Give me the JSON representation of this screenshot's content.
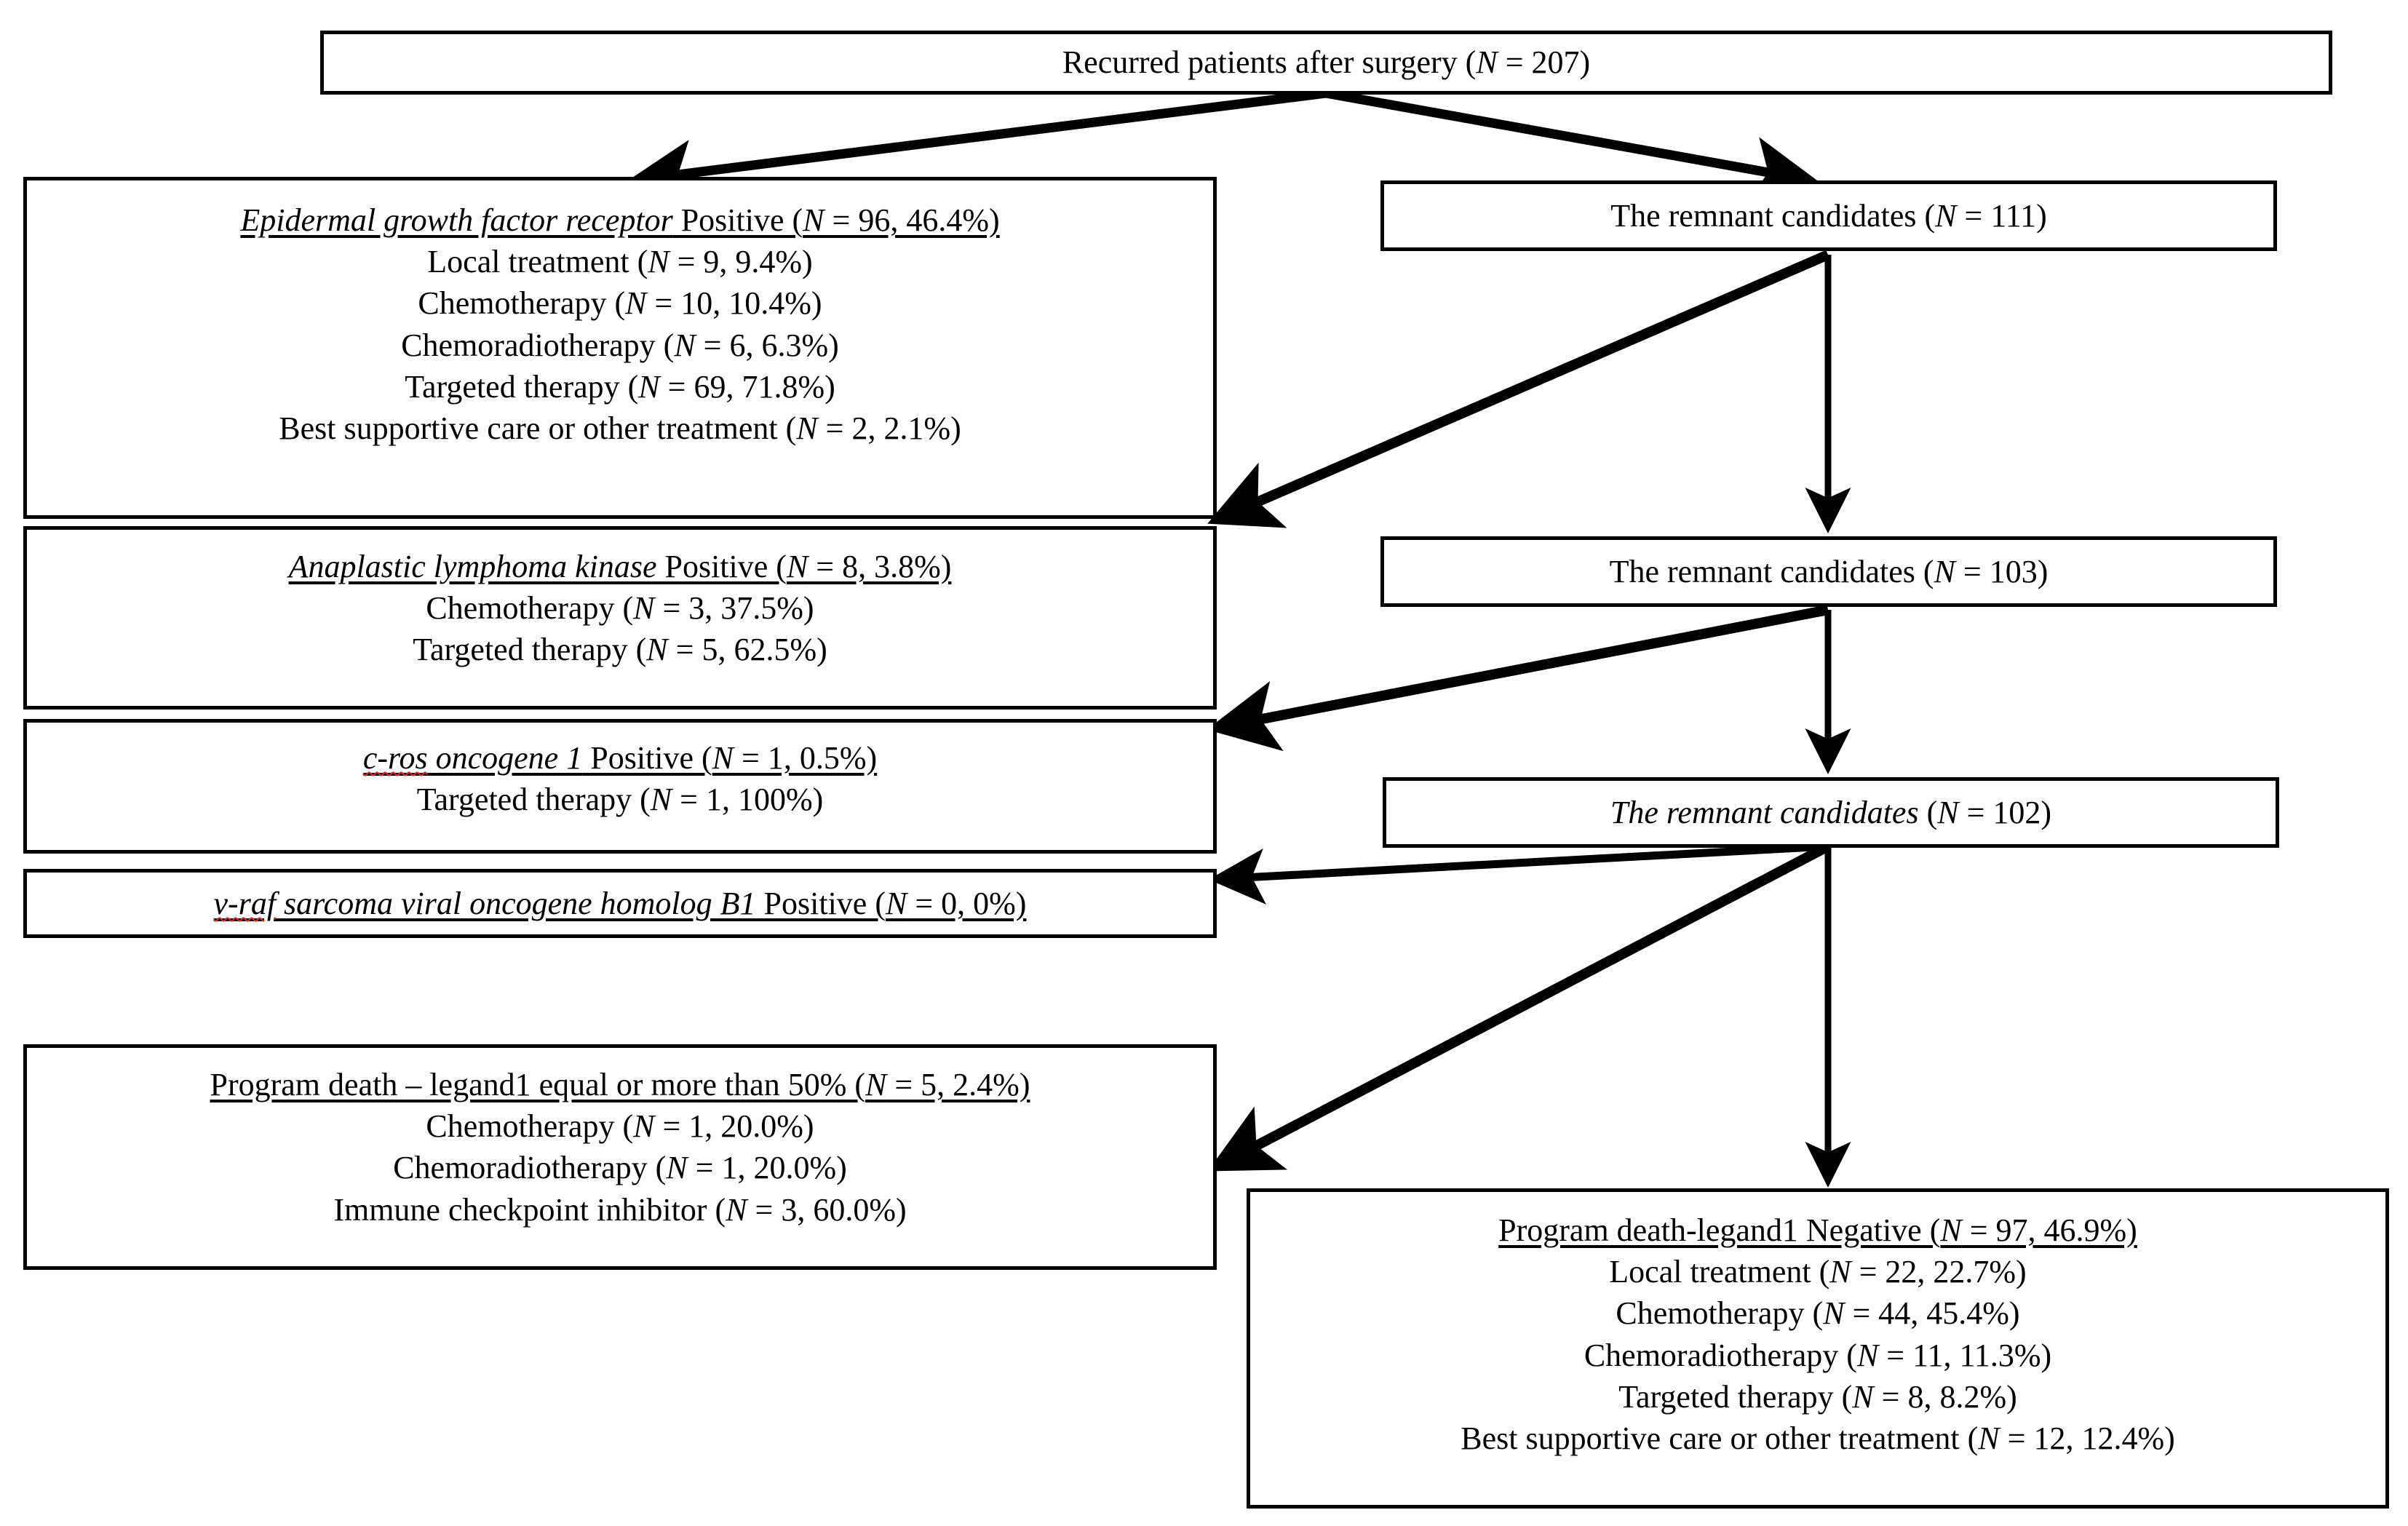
{
  "diagram": {
    "title": "Recurred patients after surgery treatment flow",
    "ink_color": "#000000",
    "paper_color": "#ffffff",
    "spellcheck_underline_color": "#e03030"
  },
  "nodes": {
    "root": {
      "id": "recurred-patients",
      "text": "Recurred patients after surgery (N = 207)",
      "plain": "Recurred patients after surgery (",
      "nvar": "N",
      "tail": " = 207)"
    },
    "egfr": {
      "header_italic": "Epidermal growth factor receptor",
      "header_rest": " Positive (",
      "header_nvar": "N",
      "header_tail": " = 96, 46.4%)",
      "header_full": "Epidermal growth factor receptor Positive (N = 96, 46.4%)",
      "rows": [
        {
          "label": "Local treatment (",
          "nvar": "N",
          "tail": " = 9, 9.4%)",
          "full": "Local treatment (N = 9, 9.4%)"
        },
        {
          "label": "Chemotherapy  (",
          "nvar": "N",
          "tail": " = 10, 10.4%)",
          "full": "Chemotherapy  (N = 10, 10.4%)"
        },
        {
          "label": "Chemoradiotherapy (",
          "nvar": "N",
          "tail": " = 6, 6.3%)",
          "full": "Chemoradiotherapy (N = 6, 6.3%)"
        },
        {
          "label": "Targeted therapy (",
          "nvar": "N",
          "tail": " = 69, 71.8%)",
          "full": "Targeted therapy (N = 69, 71.8%)"
        },
        {
          "label": "Best supportive care or other treatment (",
          "nvar": "N",
          "tail": " = 2, 2.1%)",
          "full": "Best supportive care or other treatment (N = 2, 2.1%)"
        }
      ]
    },
    "alk": {
      "header_italic": "Anaplastic lymphoma kinase",
      "header_rest": " Positive (",
      "header_nvar": "N",
      "header_tail": " = 8, 3.8%)",
      "header_full": "Anaplastic lymphoma kinase Positive (N = 8, 3.8%)",
      "rows": [
        {
          "label": "Chemotherapy (",
          "nvar": "N",
          "tail": " = 3, 37.5%)",
          "full": "Chemotherapy (N = 3, 37.5%)"
        },
        {
          "label": "Targeted therapy (",
          "nvar": "N",
          "tail": " = 5, 62.5%)",
          "full": "Targeted therapy (N = 5, 62.5%)"
        }
      ]
    },
    "ros1": {
      "header_misspelled": "c-ros",
      "header_italic": " oncogene 1",
      "header_rest": " Positive (",
      "header_nvar": "N",
      "header_tail": " = 1, 0.5%)",
      "header_full": "c-ros oncogene 1 Positive (N = 1, 0.5%)",
      "rows": [
        {
          "label": "Targeted therapy (",
          "nvar": "N",
          "tail": " = 1, 100%)",
          "full": "Targeted therapy (N = 1, 100%)"
        }
      ]
    },
    "braf": {
      "header_misspelled": "v-raf",
      "header_italic": " sarcoma viral oncogene homolog B1",
      "header_rest": " Positive (",
      "header_nvar": "N",
      "header_tail": " = 0, 0%)",
      "header_full": "v-raf sarcoma viral oncogene homolog B1 Positive (N = 0, 0%)"
    },
    "pdl1_high": {
      "header_plain": "Program death – legand1 equal or more than 50% (",
      "header_nvar": "N",
      "header_tail": " = 5, 2.4%)",
      "header_full": "Program death – legand1 equal or more than 50% (N = 5, 2.4%)",
      "rows": [
        {
          "label": "Chemotherapy (",
          "nvar": "N",
          "tail": " = 1, 20.0%)",
          "full": "Chemotherapy (N = 1, 20.0%)"
        },
        {
          "label": "Chemoradiotherapy (",
          "nvar": "N",
          "tail": " = 1, 20.0%)",
          "full": "Chemoradiotherapy (N = 1, 20.0%)"
        },
        {
          "label": "Immune checkpoint inhibitor (",
          "nvar": "N",
          "tail": " = 3, 60.0%)",
          "full": "Immune checkpoint inhibitor (N = 3, 60.0%)"
        }
      ]
    },
    "remnant111": {
      "label": "The remnant candidates (",
      "nvar": "N",
      "tail": " = 111)",
      "full": "The remnant candidates (N = 111)"
    },
    "remnant103": {
      "label": "The remnant candidates (",
      "nvar": "N",
      "tail": " = 103)",
      "full": "The remnant candidates (N = 103)"
    },
    "remnant102": {
      "label": "The remnant candidates",
      "rest": " (",
      "nvar": "N",
      "tail": " = 102)",
      "full": "The remnant candidates (N = 102)",
      "style": "italic"
    },
    "pdl1_neg": {
      "header_plain": "Program death-legand1 Negative (",
      "header_nvar": "N",
      "header_tail": " = 97, 46.9%)",
      "header_full": "Program death-legand1 Negative (N = 97, 46.9%)",
      "rows": [
        {
          "label": "Local treatment  (",
          "nvar": "N",
          "tail": " = 22, 22.7%)",
          "full": "Local treatment  (N = 22, 22.7%)"
        },
        {
          "label": "Chemotherapy (",
          "nvar": "N",
          "tail": " = 44, 45.4%)",
          "full": "Chemotherapy (N = 44, 45.4%)"
        },
        {
          "label": "Chemoradiotherapy (",
          "nvar": "N",
          "tail": " = 11, 11.3%)",
          "full": "Chemoradiotherapy (N = 11, 11.3%)"
        },
        {
          "label": "Targeted therapy (",
          "nvar": "N",
          "tail": " = 8, 8.2%)",
          "full": "Targeted therapy (N = 8, 8.2%)"
        },
        {
          "label": "Best supportive care or other treatment (",
          "nvar": "N",
          "tail": " = 12, 12.4%)",
          "full": "Best supportive care or other treatment (N = 12, 12.4%)"
        }
      ]
    }
  }
}
